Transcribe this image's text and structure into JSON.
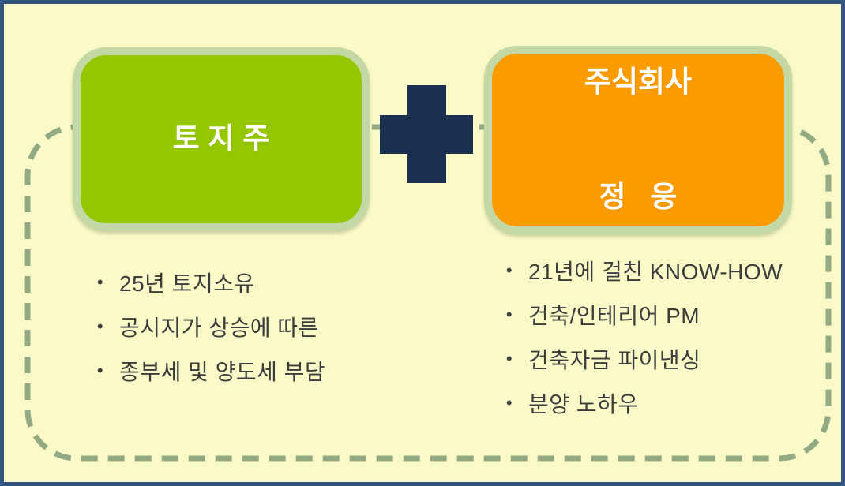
{
  "slide": {
    "background_color": "#FAFAC8",
    "outer_border_color": "#2F5580",
    "dashed_frame_color": "#93A984"
  },
  "left_box": {
    "title": "토 지 주",
    "fill_color": "#95C700",
    "ring_color": "#C4D8A6",
    "text_color": "#FFFFFF"
  },
  "plus": {
    "icon": "plus-icon",
    "color": "#1B3050"
  },
  "right_box": {
    "title_line1": "주식회사",
    "title_line2": "정   웅",
    "fill_color": "#FA9C00",
    "ring_color": "#C4D8A6",
    "text_color": "#FFFFFF"
  },
  "left_list": {
    "bullet_char": "•",
    "items": [
      "25년 토지소유",
      "공시지가 상승에 따른",
      "종부세 및 양도세 부담"
    ]
  },
  "right_list": {
    "bullet_char": "•",
    "items": [
      "21년에 걸친 KNOW-HOW",
      "건축/인테리어 PM",
      "건축자금 파이낸싱",
      "분양 노하우"
    ]
  }
}
